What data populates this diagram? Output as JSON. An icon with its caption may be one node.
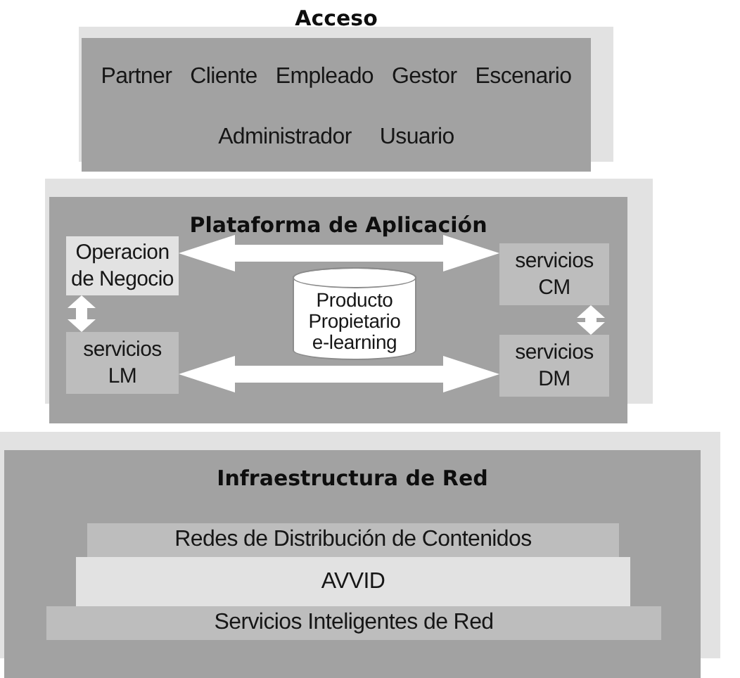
{
  "diagram": {
    "nodes": [
      {
        "text": [
          "Acceso",
          "Partner",
          "Cliente",
          "Empleado",
          "Gestor",
          "Escenario",
          "Administrador",
          "Usuario"
        ]
      },
      {
        "text": [
          "Plataforma de Aplicación"
        ]
      },
      {
        "text": [
          "Operacion de Negocio"
        ],
        "in": 1
      },
      {
        "text": [
          "Producto Propietario e-learning"
        ],
        "in": 1
      },
      {
        "text": [
          "servicios CM"
        ],
        "in": 1
      },
      {
        "text": [
          "servicios LM"
        ],
        "in": 1
      },
      {
        "text": [
          "servicios DM"
        ],
        "in": 1
      },
      {
        "text": [
          "Infraestructura de Red"
        ]
      },
      {
        "text": [
          "Redes de Distribución de Contenidos"
        ],
        "in": 7
      },
      {
        "text": [
          "AVVID"
        ],
        "in": 7
      },
      {
        "text": [
          "Servicios Inteligentes de Red"
        ],
        "in": 7
      }
    ],
    "edges": [
      {
        "from": 2,
        "to": 4,
        "arrow": "both"
      },
      {
        "from": 5,
        "to": 6,
        "arrow": "both"
      },
      {
        "from": 2,
        "to": 5,
        "arrow": "both"
      },
      {
        "from": 4,
        "to": 6,
        "arrow": "both"
      }
    ]
  }
}
